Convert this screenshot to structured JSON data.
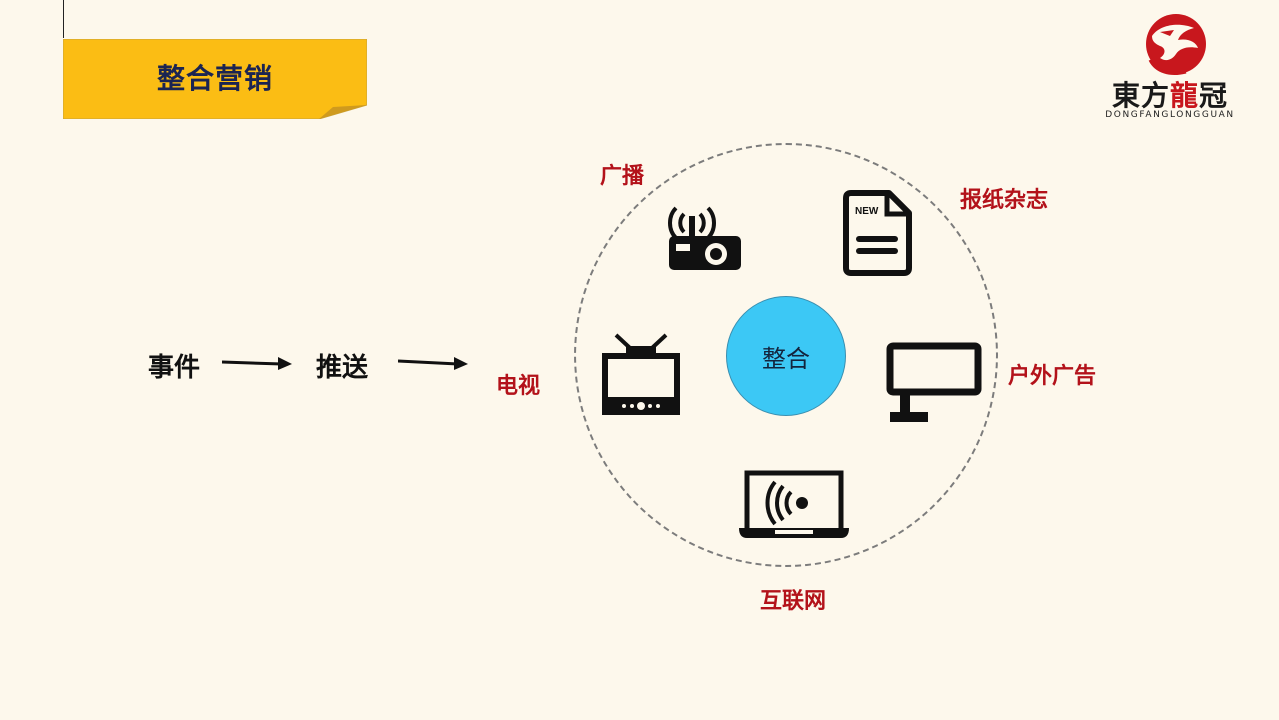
{
  "header": {
    "title": "整合营销",
    "banner_color": "#fbbd14",
    "title_color": "#1b2452"
  },
  "logo": {
    "cn_part1": "東方",
    "cn_part2": "龍",
    "cn_part3": "冠",
    "en": "DONGFANGLONGGUAN",
    "brand_red": "#c8171d"
  },
  "flow": {
    "step1": "事件",
    "step2": "推送",
    "arrow1": "arrow-right",
    "arrow2": "arrow-right"
  },
  "diagram": {
    "center_label": "整合",
    "center_color": "#3cc8f5",
    "label_color": "#b3121a",
    "channels": [
      {
        "label": "电视",
        "icon": "tv-icon"
      },
      {
        "label": "广播",
        "icon": "radio-icon"
      },
      {
        "label": "报纸杂志",
        "icon": "newspaper-icon",
        "icon_text": "NEW"
      },
      {
        "label": "户外广告",
        "icon": "billboard-icon"
      },
      {
        "label": "互联网",
        "icon": "laptop-wifi-icon"
      }
    ]
  }
}
